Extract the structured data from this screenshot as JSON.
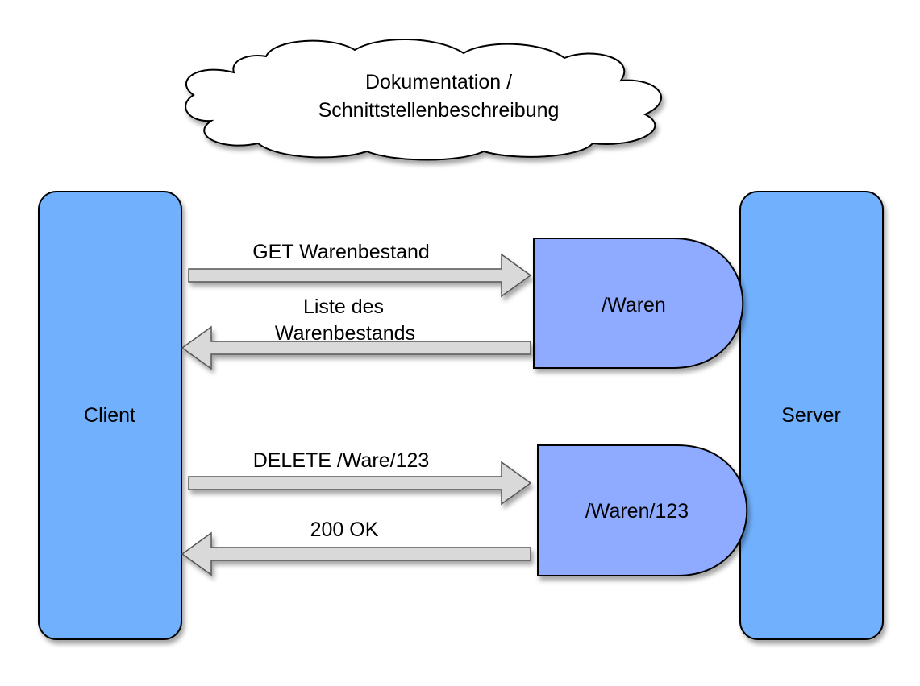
{
  "cloud": {
    "line1": "Dokumentation /",
    "line2": "Schnittstellenbeschreibung"
  },
  "nodes": {
    "client": "Client",
    "server": "Server",
    "resource_waren": "/Waren",
    "resource_waren_123": "/Waren/123"
  },
  "messages": {
    "get_request": "GET Warenbestand",
    "list_response_line1": "Liste des",
    "list_response_line2": "Warenbestands",
    "delete_request": "DELETE /Ware/123",
    "ok_response": "200 OK"
  },
  "colors": {
    "client_server_fill": "#71b0fc",
    "resource_fill": "#8fabff",
    "arrow_fill": "#d9d9d9",
    "cloud_fill": "#ffffff",
    "outline": "#000000"
  }
}
